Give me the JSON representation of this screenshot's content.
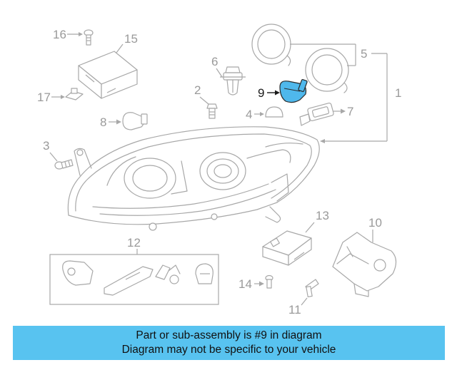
{
  "callouts": {
    "c1": "1",
    "c2": "2",
    "c3": "3",
    "c4": "4",
    "c5": "5",
    "c6": "6",
    "c7": "7",
    "c8": "8",
    "c9": "9",
    "c10": "10",
    "c11": "11",
    "c12": "12",
    "c13": "13",
    "c14": "14",
    "c15": "15",
    "c16": "16",
    "c17": "17"
  },
  "highlight": {
    "part": "9",
    "color": "#4fb8ec"
  },
  "banner": {
    "line1": "Part or sub-assembly is #9 in diagram",
    "line2": "Diagram may not be specific to your vehicle",
    "color": "#58c3f0"
  }
}
